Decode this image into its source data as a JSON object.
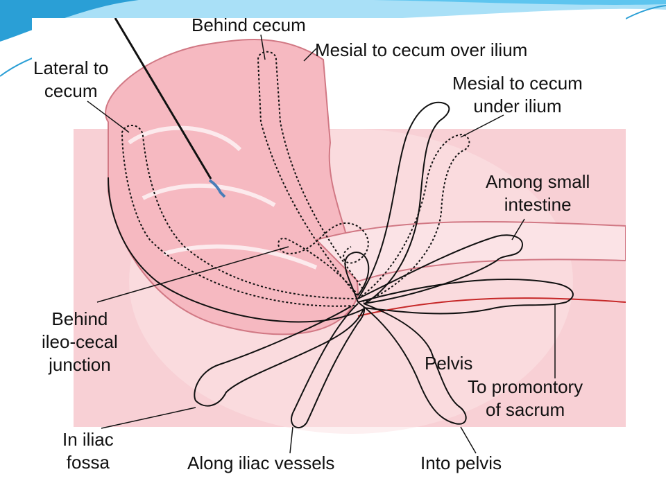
{
  "slide": {
    "accent_colors": [
      "#2a9fd6",
      "#5ec5ef",
      "#a9e0f7"
    ],
    "background": "#ffffff"
  },
  "diagram": {
    "subject": "appendix positions relative to cecum",
    "colors": {
      "tissue_pink": "#f3a9b2",
      "tissue_dark": "#e98a96",
      "tissue_light": "#fbe3e6",
      "outline": "#111111",
      "red_line": "#c62828"
    },
    "labels": {
      "behind_cecum": "Behind cecum",
      "mesial_over_ilium": "Mesial to cecum over ilium",
      "lateral_to_cecum": [
        "Lateral to",
        "cecum"
      ],
      "mesial_under_ilium": [
        "Mesial to cecum",
        "under ilium"
      ],
      "among_small_intestine": [
        "Among small",
        "intestine"
      ],
      "behind_ileocecal": [
        "Behind",
        "ileo-cecal",
        "junction"
      ],
      "pelvis": "Pelvis",
      "to_promontory": [
        "To promontory",
        "of sacrum"
      ],
      "in_iliac_fossa": [
        "In iliac",
        "fossa"
      ],
      "along_iliac_vessels": "Along iliac vessels",
      "into_pelvis": "Into pelvis"
    },
    "icons": [
      "probe-needle-icon"
    ]
  }
}
